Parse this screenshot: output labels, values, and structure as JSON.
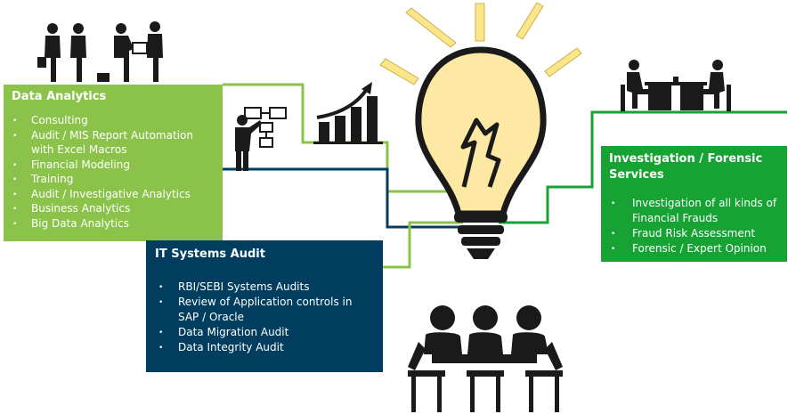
{
  "colors": {
    "analytics_green": "#8bc34a",
    "it_navy": "#003d5e",
    "forensic_green": "#16a334",
    "bulb_yellow": "#fde9a4",
    "ray_yellow": "#fde58a",
    "silhouette": "#1a1a1a"
  },
  "icons": [
    "business-people-icon",
    "presenter-flowchart-icon",
    "growth-chart-icon",
    "light-bulb-icon",
    "meeting-desk-icon",
    "team-table-icon"
  ],
  "data_analytics": {
    "title": "Data Analytics",
    "items": [
      "Consulting",
      "Audit / MIS Report Automation with Excel Macros",
      "Financial Modeling",
      "Training",
      "Audit / Investigative Analytics",
      "Business Analytics",
      "Big Data Analytics"
    ]
  },
  "it_systems_audit": {
    "title": "IT Systems Audit",
    "items": [
      "RBI/SEBI Systems Audits",
      "Review of Application controls in SAP / Oracle",
      "Data Migration Audit",
      "Data Integrity Audit"
    ]
  },
  "investigation": {
    "title": "Investigation / Forensic Services",
    "items": [
      "Investigation of all kinds of Financial Frauds",
      "Fraud Risk Assessment",
      "Forensic / Expert Opinion"
    ]
  },
  "bullet": "•"
}
